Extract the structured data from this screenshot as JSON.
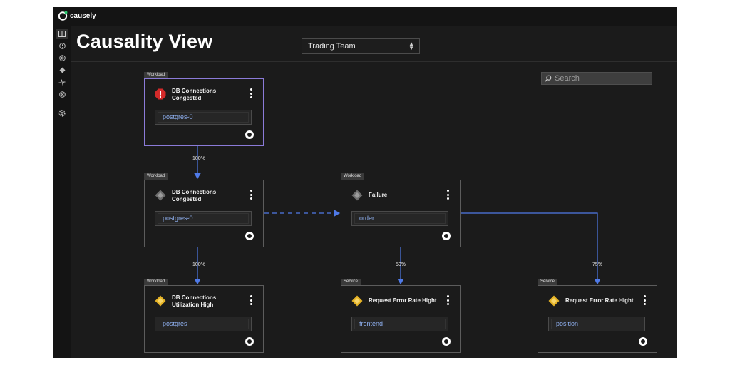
{
  "app": {
    "name": "causely"
  },
  "page": {
    "title": "Causality View"
  },
  "team_select": {
    "selected": "Trading Team"
  },
  "search": {
    "placeholder": "Search"
  },
  "sidebar": {
    "items": [
      {
        "icon": "grid-icon"
      },
      {
        "icon": "alert-icon"
      },
      {
        "icon": "target-icon"
      },
      {
        "icon": "diamond-icon"
      },
      {
        "icon": "activity-icon"
      },
      {
        "icon": "network-icon"
      },
      {
        "icon": "settings-icon"
      }
    ]
  },
  "graph": {
    "nodes": [
      {
        "tag": "Workload",
        "title": "DB Connections Congested",
        "entity": "postgres-0",
        "status": "critical",
        "status_color": "#d42a2a"
      },
      {
        "tag": "Workload",
        "title": "DB Connections Congested",
        "entity": "postgres-0",
        "status": "inactive",
        "status_color": "#7a7a7a"
      },
      {
        "tag": "Workload",
        "title": "Failure",
        "entity": "order",
        "status": "inactive",
        "status_color": "#7a7a7a"
      },
      {
        "tag": "Workload",
        "title": "DB Connections Utilization High",
        "entity": "postgres",
        "status": "warning",
        "status_color": "#e6b325"
      },
      {
        "tag": "Service",
        "title": "Request Error Rate Hight",
        "entity": "frontend",
        "status": "warning",
        "status_color": "#e6b325"
      },
      {
        "tag": "Service",
        "title": "Request Error Rate Hight",
        "entity": "position",
        "status": "warning",
        "status_color": "#e6b325"
      }
    ],
    "edges": [
      {
        "from": 0,
        "to": 1,
        "label": "100%"
      },
      {
        "from": 1,
        "to": 3,
        "label": "100%"
      },
      {
        "from": 1,
        "to": 2,
        "label": ""
      },
      {
        "from": 2,
        "to": 4,
        "label": "50%"
      },
      {
        "from": 2,
        "to": 5,
        "label": "75%"
      }
    ]
  },
  "colors": {
    "accent": "#4f7ae8",
    "selected_border": "#8b7bd8",
    "background": "#1b1b1b"
  }
}
